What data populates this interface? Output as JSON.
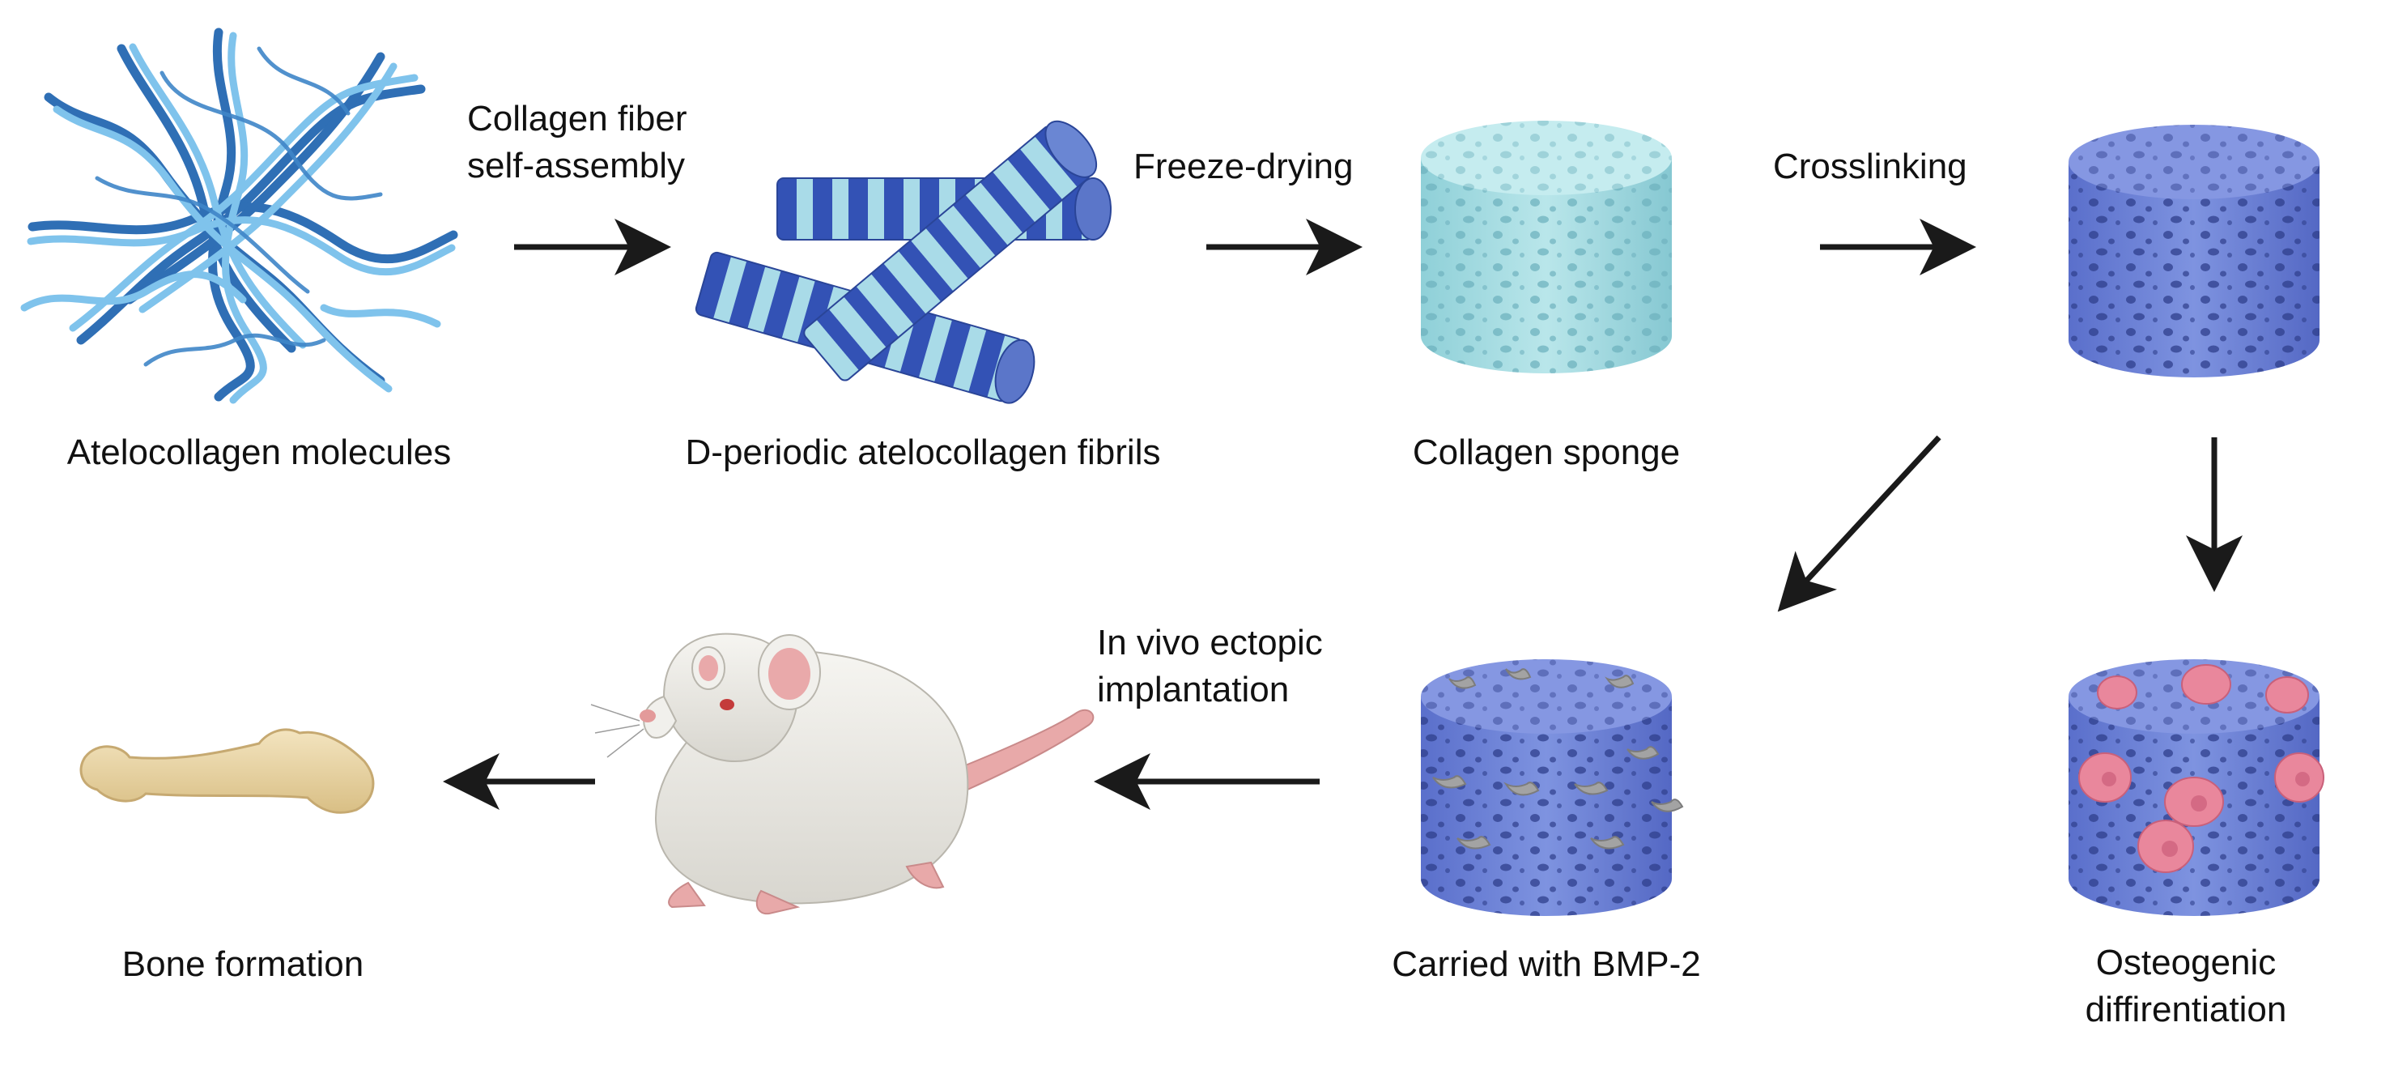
{
  "colors": {
    "atelocollagen_blue": "#4a8fd0",
    "fibril_dark": "#3352b5",
    "fibril_light": "#a9dbe8",
    "sponge_cyan": "#a6dde3",
    "sponge_blue": "#6d82d6",
    "bmp2_gray": "#a3a3a3",
    "osteo_pink": "#e9879c",
    "rat_white": "#ecebe6",
    "bone_tan": "#e9d5a6",
    "arrow": "#1a1a1a"
  },
  "steps": {
    "molecules": "Atelocollagen molecules",
    "fibrils": "D-periodic atelocollagen fibrils",
    "sponge": "Collagen sponge",
    "bmp2": "Carried with BMP-2",
    "osteo_line1": "Osteogenic",
    "osteo_line2": "diffirentiation",
    "bone": "Bone formation"
  },
  "arrows": {
    "assembly_line1": "Collagen fiber",
    "assembly_line2": "self-assembly",
    "freeze": "Freeze-drying",
    "crosslink": "Crosslinking",
    "implant_line1": "In vivo ectopic",
    "implant_line2": "implantation"
  },
  "icons": [
    "collagen-molecules-icon",
    "collagen-fibrils-icon",
    "sponge-icon",
    "crosslinked-sponge-icon",
    "bmp2-sponge-icon",
    "osteogenic-sponge-icon",
    "rat-icon",
    "bone-icon"
  ]
}
